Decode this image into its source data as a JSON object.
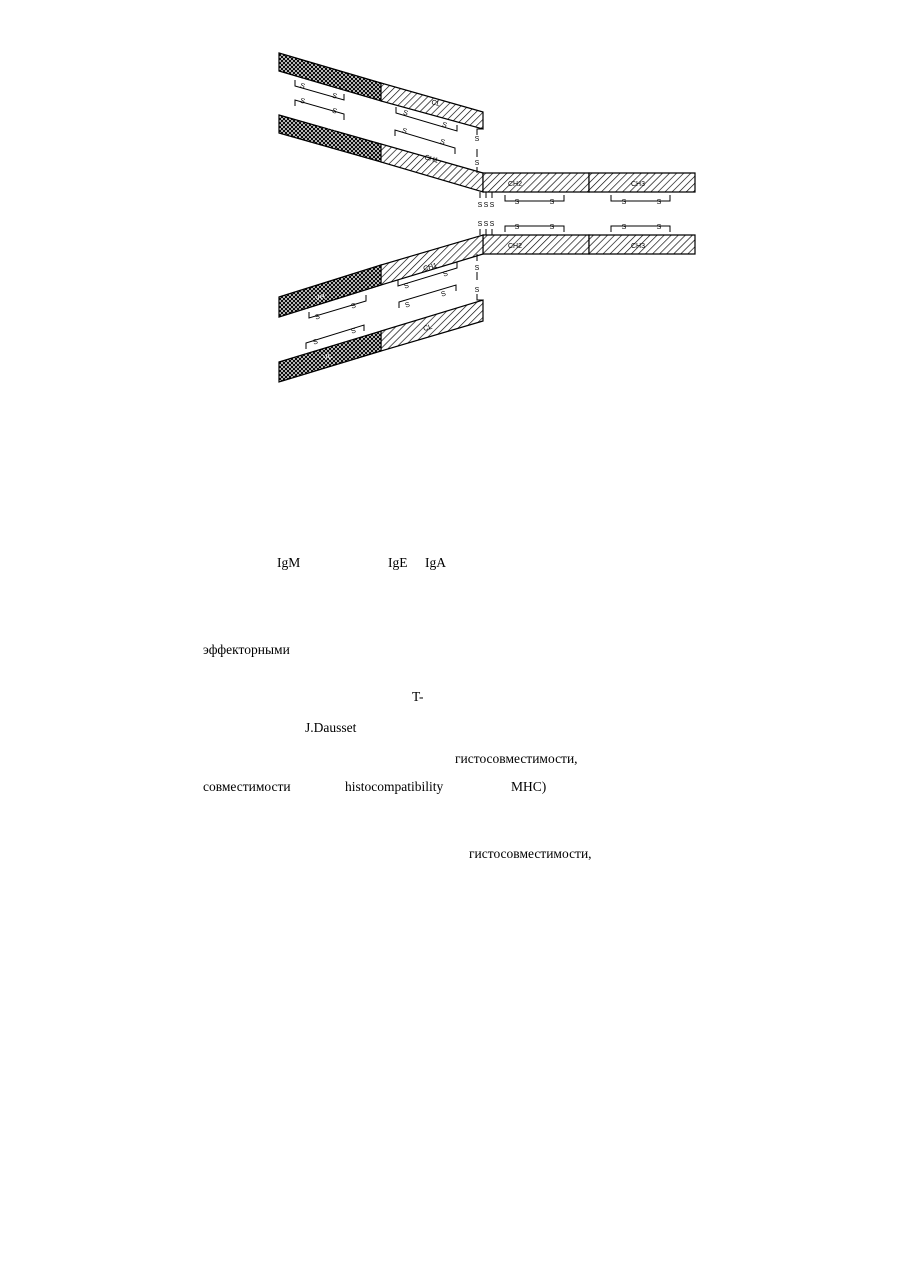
{
  "figure": {
    "domains": {
      "vl": "VL",
      "cl": "CL",
      "vh": "VH",
      "ch1": "CH1",
      "ch2": "CH2",
      "ch3": "CH3"
    },
    "sulfur": "S"
  },
  "words": [
    {
      "id": "igm",
      "text": "IgM"
    },
    {
      "id": "ige",
      "text": "IgE"
    },
    {
      "id": "iga",
      "text": "IgA"
    },
    {
      "id": "effector",
      "text": "эффекторными"
    },
    {
      "id": "tcell",
      "text": "T-"
    },
    {
      "id": "dausset",
      "text": "J.Dausset"
    },
    {
      "id": "histo1",
      "text": "гистосовместимости,"
    },
    {
      "id": "sovm",
      "text": "совместимости"
    },
    {
      "id": "histo-en",
      "text": "histocompatibility"
    },
    {
      "id": "mhc",
      "text": "MHC)"
    },
    {
      "id": "histo2",
      "text": "гистосовместимости,"
    }
  ]
}
